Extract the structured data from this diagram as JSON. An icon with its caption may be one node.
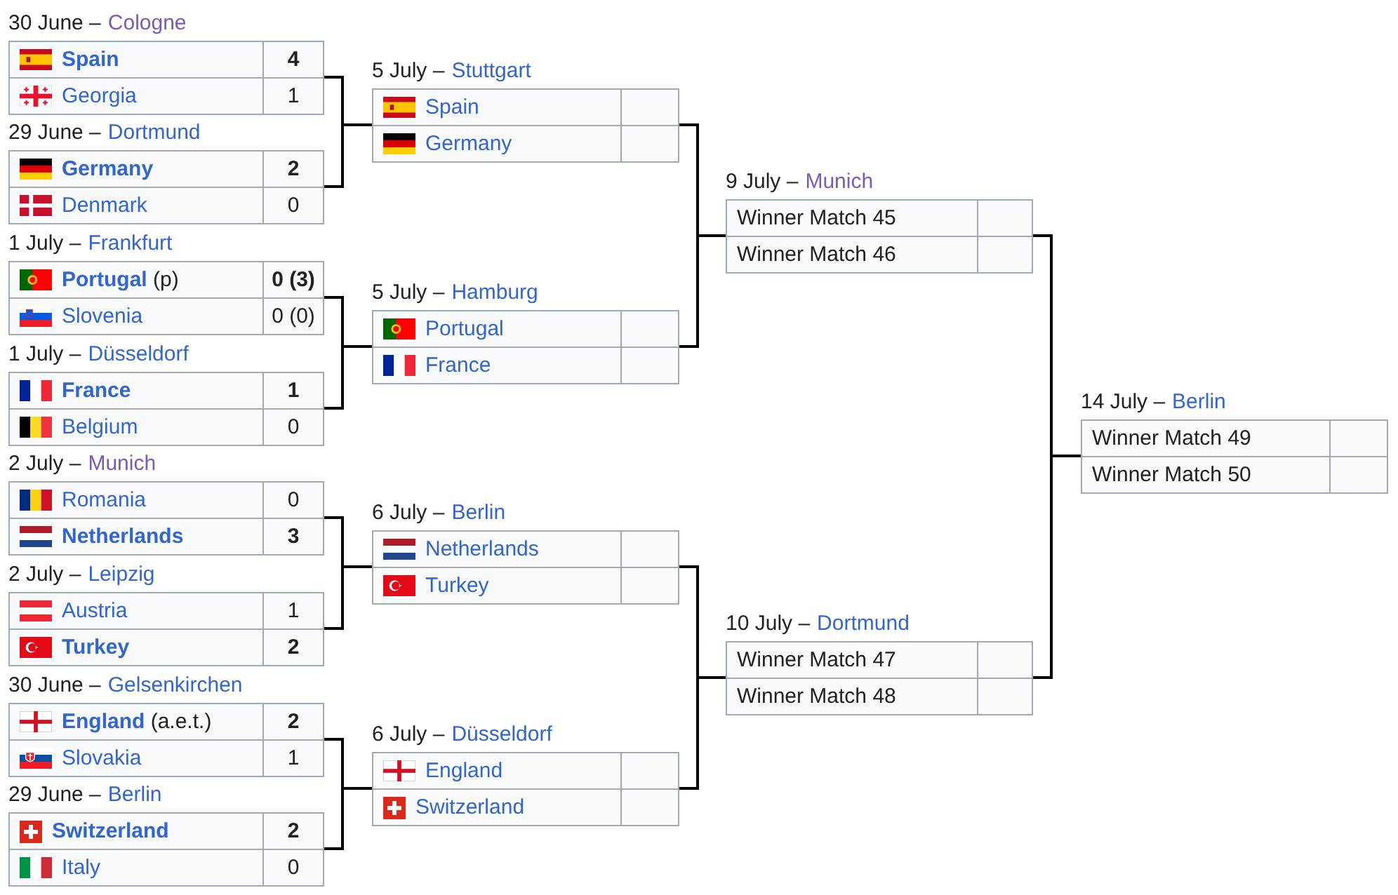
{
  "diagram": {
    "nodes": [
      {
        "text": [
          "30 June –",
          "Cologne",
          "Spain",
          "4",
          "Georgia",
          "1"
        ]
      },
      {
        "text": [
          "29 June –",
          "Dortmund",
          "Germany",
          "2",
          "Denmark",
          "0"
        ]
      },
      {
        "text": [
          "1 July –",
          "Frankfurt",
          "**Portugal** (p)",
          "0 (3)",
          "Slovenia",
          "0 (0)"
        ]
      },
      {
        "text": [
          "1 July –",
          "Düsseldorf",
          "France",
          "1",
          "Belgium",
          "0"
        ]
      },
      {
        "text": [
          "2 July –",
          "Munich",
          "Romania",
          "0",
          "Netherlands",
          "3"
        ]
      },
      {
        "text": [
          "2 July –",
          "Leipzig",
          "Austria",
          "1",
          "Turkey",
          "2"
        ]
      },
      {
        "text": [
          "30 June –",
          "Gelsenkirchen",
          "**England** (a.e.t.)",
          "2",
          "Slovakia",
          "1"
        ]
      },
      {
        "text": [
          "29 June –",
          "Berlin",
          "Switzerland",
          "2",
          "Italy",
          "0"
        ]
      },
      {
        "text": [
          "5 July –",
          "Stuttgart",
          "Spain",
          "Germany"
        ]
      },
      {
        "text": [
          "5 July –",
          "Hamburg",
          "Portugal",
          "France"
        ]
      },
      {
        "text": [
          "6 July –",
          "Berlin",
          "Netherlands",
          "Turkey"
        ]
      },
      {
        "text": [
          "6 July –",
          "Düsseldorf",
          "England",
          "Switzerland"
        ]
      },
      {
        "text": [
          "9 July –",
          "Munich",
          "Winner Match 45",
          "Winner Match 46"
        ]
      },
      {
        "text": [
          "10 July –",
          "Dortmund",
          "Winner Match 47",
          "Winner Match 48"
        ]
      },
      {
        "text": [
          "14 July –",
          "Berlin",
          "Winner Match 49",
          "Winner Match 50"
        ]
      }
    ],
    "edges": [
      {
        "from": 0,
        "to": 8,
        "arrow": "none"
      },
      {
        "from": 1,
        "to": 8,
        "arrow": "none"
      },
      {
        "from": 2,
        "to": 9,
        "arrow": "none"
      },
      {
        "from": 3,
        "to": 9,
        "arrow": "none"
      },
      {
        "from": 4,
        "to": 10,
        "arrow": "none"
      },
      {
        "from": 5,
        "to": 10,
        "arrow": "none"
      },
      {
        "from": 6,
        "to": 11,
        "arrow": "none"
      },
      {
        "from": 7,
        "to": 11,
        "arrow": "none"
      },
      {
        "from": 8,
        "to": 12,
        "arrow": "none"
      },
      {
        "from": 9,
        "to": 12,
        "arrow": "none"
      },
      {
        "from": 10,
        "to": 13,
        "arrow": "none"
      },
      {
        "from": 11,
        "to": 13,
        "arrow": "none"
      },
      {
        "from": 12,
        "to": 14,
        "arrow": "none"
      },
      {
        "from": 13,
        "to": 14,
        "arrow": "none"
      }
    ]
  }
}
